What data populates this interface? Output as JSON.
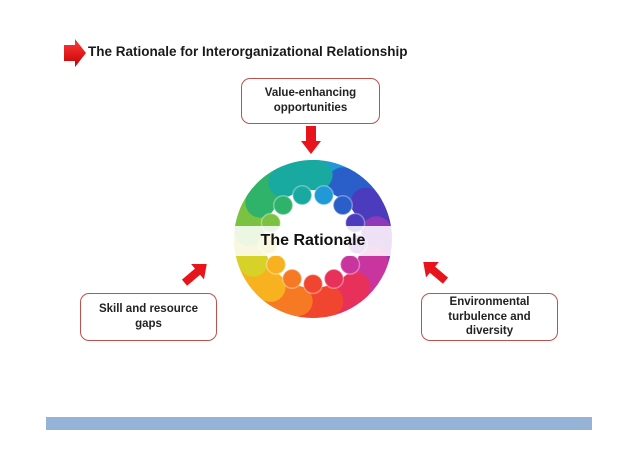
{
  "title": "The Rationale for Interorganizational Relationship",
  "center_label": "The Rationale",
  "boxes": {
    "top": [
      "Value-enhancing",
      "opportunities"
    ],
    "left": [
      "Skill and resource",
      "gaps"
    ],
    "right": [
      "Environmental",
      "turbulence and",
      "diversity"
    ]
  },
  "colors": {
    "arrow": "#e8141b",
    "box_border": "#c0504d",
    "footer_bar": "#95b3d7"
  }
}
